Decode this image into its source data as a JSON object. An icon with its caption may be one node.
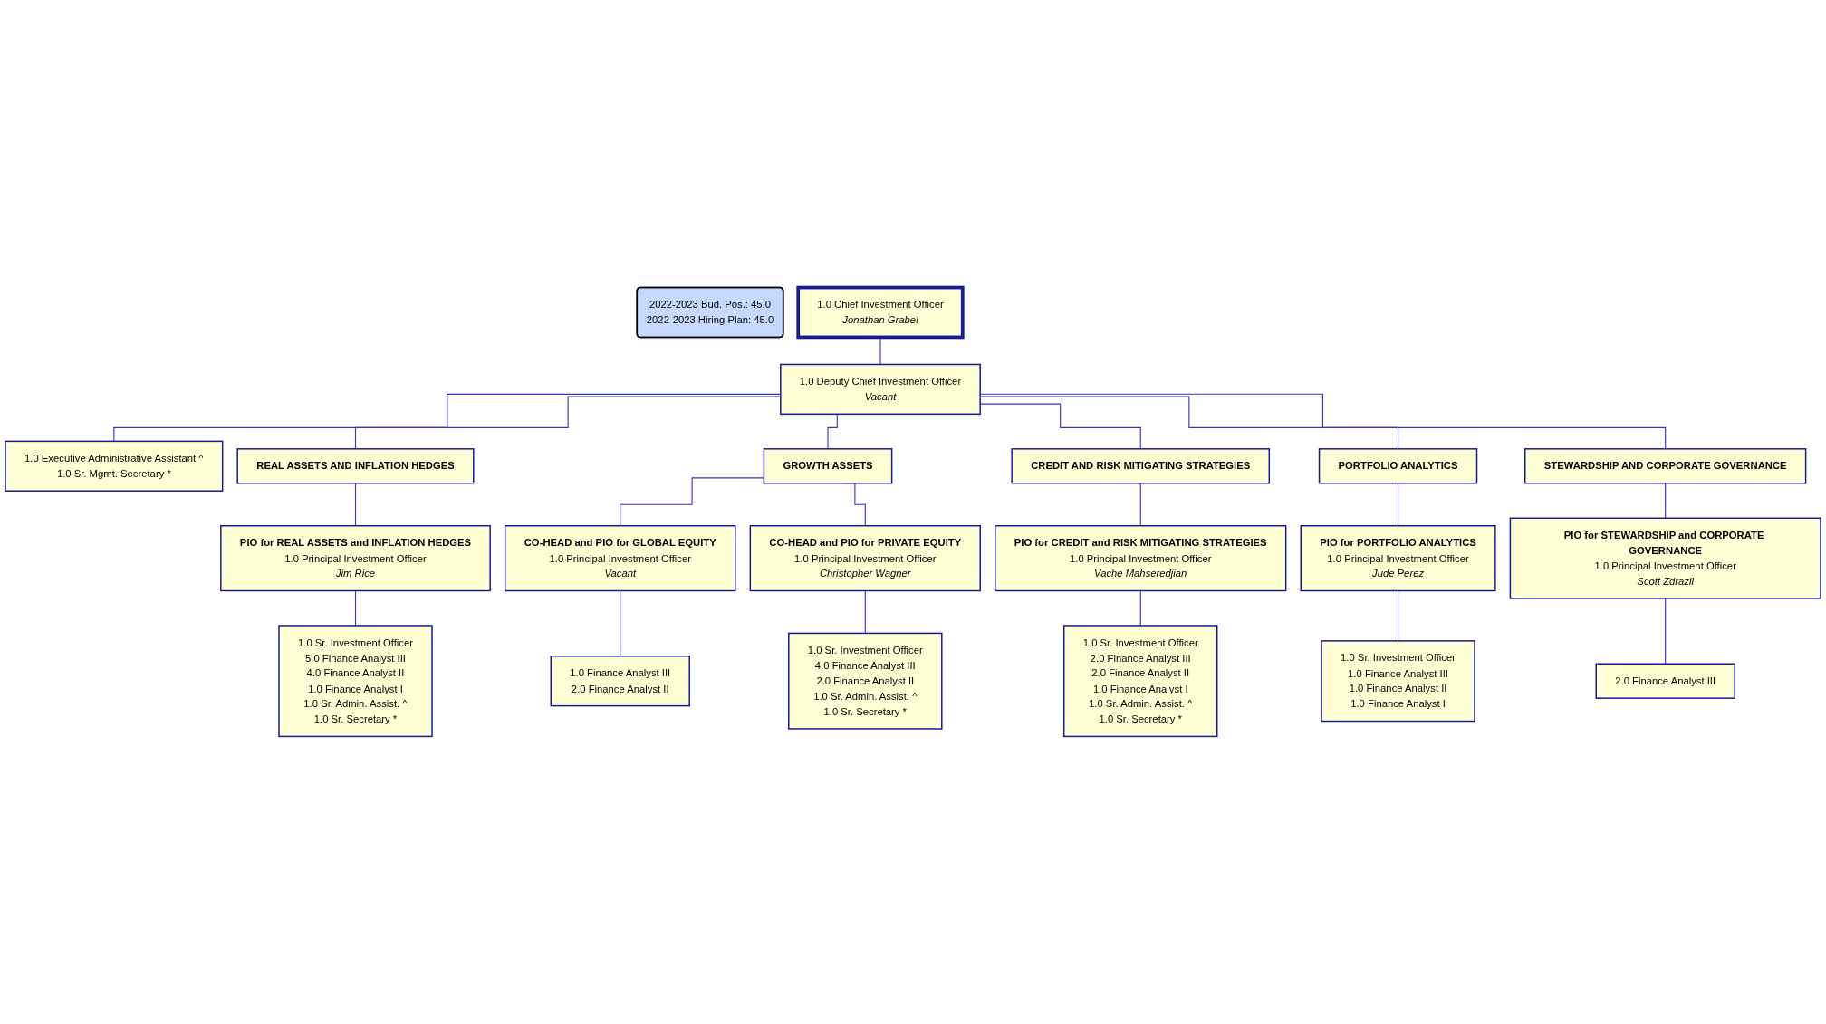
{
  "diagram": {
    "nodes": [
      {
        "text": [
          "2022-2023 Bud. Pos.: 45.0",
          "2022-2023 Hiring Plan: 45.0"
        ]
      },
      {
        "text": [
          "1.0 Chief Investment Officer",
          "Jonathan Grabel"
        ]
      },
      {
        "text": [
          "1.0 Deputy Chief Investment Officer",
          "Vacant"
        ]
      },
      {
        "text": [
          "1.0 Executive Administrative Assistant ^",
          "1.0 Sr. Mgmt. Secretary *"
        ]
      },
      {
        "text": [
          "REAL ASSETS AND INFLATION HEDGES"
        ]
      },
      {
        "text": [
          "GROWTH ASSETS"
        ]
      },
      {
        "text": [
          "CREDIT AND RISK MITIGATING STRATEGIES"
        ]
      },
      {
        "text": [
          "PORTFOLIO ANALYTICS"
        ]
      },
      {
        "text": [
          "STEWARDSHIP AND CORPORATE GOVERNANCE"
        ]
      },
      {
        "text": [
          "PIO for REAL ASSETS and INFLATION HEDGES",
          "1.0 Principal Investment Officer",
          "Jim Rice"
        ]
      },
      {
        "text": [
          "CO-HEAD and PIO for GLOBAL EQUITY",
          "1.0 Principal Investment Officer",
          "Vacant"
        ]
      },
      {
        "text": [
          "CO-HEAD and PIO for PRIVATE EQUITY",
          "1.0 Principal Investment Officer",
          "Christopher Wagner"
        ]
      },
      {
        "text": [
          "PIO for CREDIT and RISK MITIGATING STRATEGIES",
          "1.0 Principal Investment Officer",
          "Vache Mahseredjian"
        ]
      },
      {
        "text": [
          "PIO for PORTFOLIO ANALYTICS",
          "1.0 Principal Investment Officer",
          "Jude Perez"
        ]
      },
      {
        "text": [
          "PIO for STEWARDSHIP and CORPORATE GOVERNANCE",
          "1.0 Principal Investment Officer",
          "Scott Zdrazil"
        ]
      },
      {
        "text": [
          "1.0 Sr. Investment Officer",
          "5.0 Finance Analyst III",
          "4.0 Finance Analyst II",
          "1.0 Finance Analyst I",
          "1.0 Sr. Admin. Assist. ^",
          "1.0 Sr. Secretary *"
        ]
      },
      {
        "text": [
          "1.0 Finance Analyst III",
          "2.0 Finance Analyst II"
        ]
      },
      {
        "text": [
          "1.0 Sr. Investment Officer",
          "4.0 Finance Analyst III",
          "2.0 Finance Analyst II",
          "1.0 Sr. Admin. Assist. ^",
          "1.0 Sr. Secretary *"
        ]
      },
      {
        "text": [
          "1.0 Sr. Investment Officer",
          "2.0 Finance Analyst III",
          "2.0 Finance Analyst II",
          "1.0 Finance Analyst I",
          "1.0 Sr. Admin. Assist. ^",
          "1.0 Sr. Secretary *"
        ]
      },
      {
        "text": [
          "1.0 Sr. Investment Officer",
          "1.0 Finance Analyst III",
          "1.0 Finance Analyst II",
          "1.0 Finance Analyst I"
        ]
      },
      {
        "text": [
          "2.0 Finance Analyst III"
        ]
      }
    ],
    "edges": [
      {
        "from": 1,
        "to": 2,
        "arrow": "none"
      },
      {
        "from": 2,
        "to": 3,
        "arrow": "none"
      },
      {
        "from": 2,
        "to": 4,
        "arrow": "none"
      },
      {
        "from": 2,
        "to": 5,
        "arrow": "none"
      },
      {
        "from": 2,
        "to": 6,
        "arrow": "none"
      },
      {
        "from": 2,
        "to": 7,
        "arrow": "none"
      },
      {
        "from": 2,
        "to": 8,
        "arrow": "none"
      },
      {
        "from": 4,
        "to": 9,
        "arrow": "none"
      },
      {
        "from": 5,
        "to": 10,
        "arrow": "none"
      },
      {
        "from": 5,
        "to": 11,
        "arrow": "none"
      },
      {
        "from": 6,
        "to": 12,
        "arrow": "none"
      },
      {
        "from": 7,
        "to": 13,
        "arrow": "none"
      },
      {
        "from": 8,
        "to": 14,
        "arrow": "none"
      },
      {
        "from": 9,
        "to": 15,
        "arrow": "none"
      },
      {
        "from": 10,
        "to": 16,
        "arrow": "none"
      },
      {
        "from": 11,
        "to": 17,
        "arrow": "none"
      },
      {
        "from": 12,
        "to": 18,
        "arrow": "none"
      },
      {
        "from": 13,
        "to": 19,
        "arrow": "none"
      },
      {
        "from": 14,
        "to": 20,
        "arrow": "none"
      }
    ]
  }
}
